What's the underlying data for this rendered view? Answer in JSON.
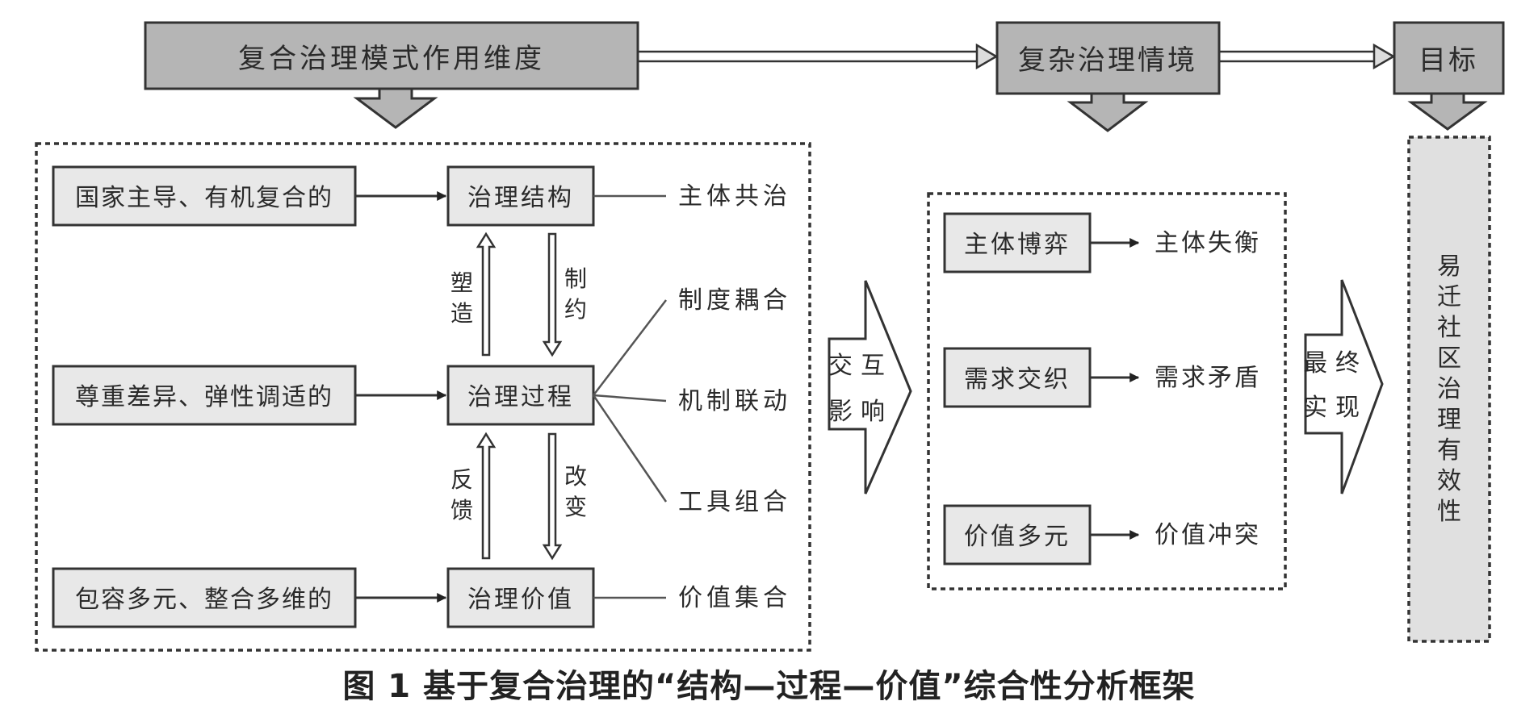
{
  "header": {
    "dimension": "复合治理模式作用维度",
    "situation": "复杂治理情境",
    "goal": "目标"
  },
  "left": {
    "inputs": [
      "国家主导、有机复合的",
      "尊重差异、弹性调适的",
      "包容多元、整合多维的"
    ],
    "core": [
      "治理结构",
      "治理过程",
      "治理价值"
    ],
    "up_arrow_1": [
      "塑",
      "造"
    ],
    "down_arrow_1": [
      "制",
      "约"
    ],
    "up_arrow_2": [
      "反",
      "馈"
    ],
    "down_arrow_2": [
      "改",
      "变"
    ],
    "out_structure": "主体共治",
    "out_process": [
      "制度耦合",
      "机制联动",
      "工具组合"
    ],
    "out_value": "价值集合"
  },
  "interact": [
    "交互",
    "影响"
  ],
  "middle": {
    "items": [
      {
        "box": "主体博弈",
        "result": "主体失衡"
      },
      {
        "box": "需求交织",
        "result": "需求矛盾"
      },
      {
        "box": "价值多元",
        "result": "价值冲突"
      }
    ]
  },
  "final": [
    "最终",
    "实现"
  ],
  "goal_text": [
    "易",
    "迁",
    "社",
    "区",
    "治",
    "理",
    "有",
    "效",
    "性"
  ],
  "caption": "图 1  基于复合治理的“结构—过程—价值”综合性分析框架"
}
